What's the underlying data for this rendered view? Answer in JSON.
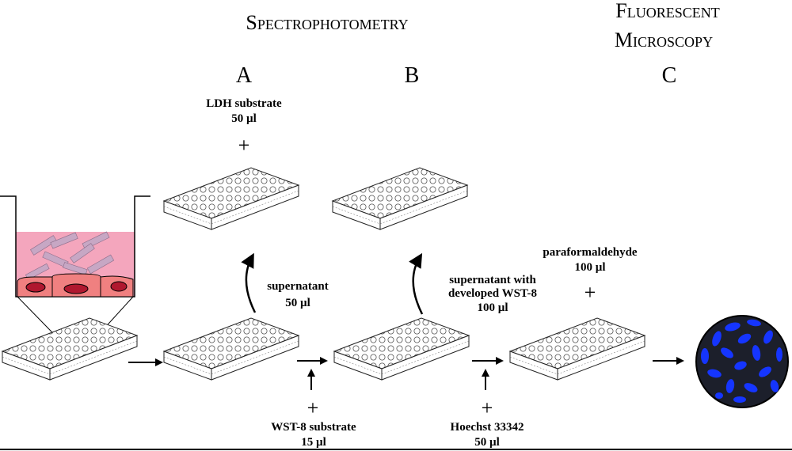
{
  "sections": [
    {
      "key": "spectro",
      "label": "Spectrophotometry"
    },
    {
      "key": "fluoro_line1",
      "label": "Fluorescent"
    },
    {
      "key": "fluoro_line2",
      "label": "Microscopy"
    }
  ],
  "columns": [
    "A",
    "B",
    "C"
  ],
  "reagents": {
    "ldh": {
      "name": "LDH substrate",
      "volume": "50 µl"
    },
    "supernatant": {
      "name": "supernatant",
      "volume": "50 µl"
    },
    "supernatant_wst8": {
      "line1": "supernatant with",
      "line2": "developed WST-8",
      "volume": "100 µl"
    },
    "paraformaldehyde": {
      "name": "paraformaldehyde",
      "volume": "100 µl"
    },
    "wst8": {
      "name": "WST-8 substrate",
      "volume": "15 µl"
    },
    "hoechst": {
      "name": "Hoechst 33342",
      "volume": "50 µl"
    }
  },
  "symbols": {
    "plus": "+"
  },
  "colors": {
    "medium": "#f4a6bd",
    "cell": "#f08080",
    "nucleus": "#b0182f",
    "particle": "#c7a7c4",
    "dish": "#1c1f2b",
    "stain": "#1535ff"
  }
}
